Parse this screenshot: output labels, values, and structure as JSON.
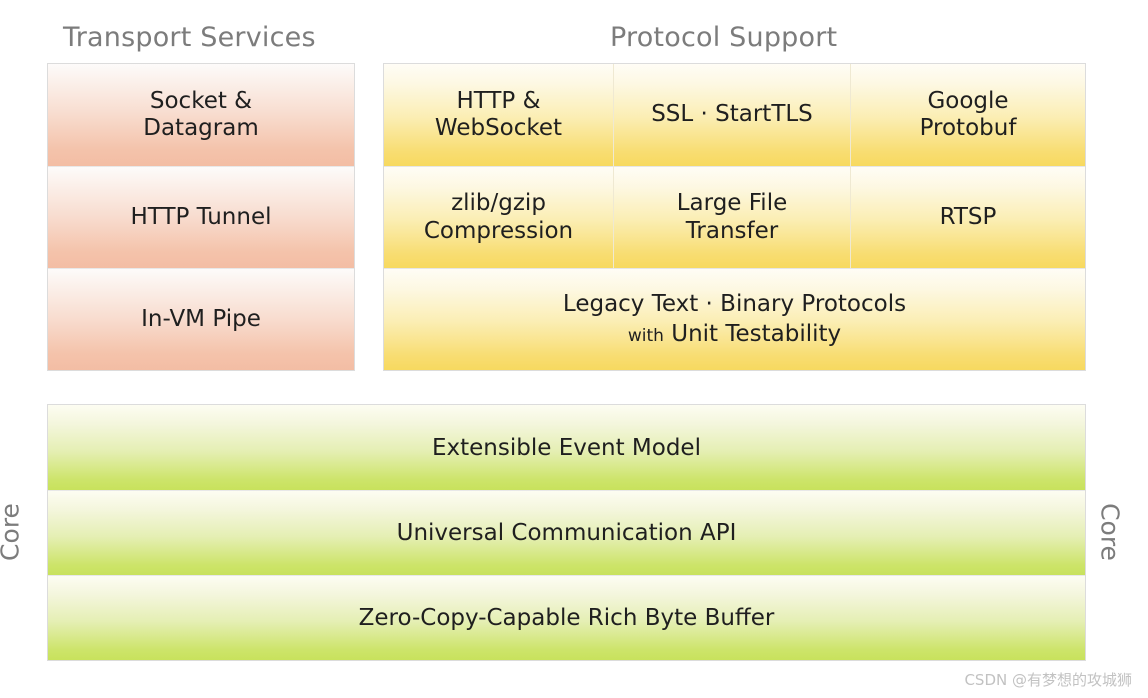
{
  "sections": {
    "transport": {
      "title": "Transport Services",
      "cells": [
        {
          "line1": "Socket &",
          "line2": "Datagram"
        },
        {
          "line1": "HTTP Tunnel",
          "line2": ""
        },
        {
          "line1": "In-VM Pipe",
          "line2": ""
        }
      ]
    },
    "protocol": {
      "title": "Protocol Support",
      "cells": [
        {
          "line1": "HTTP &",
          "line2": "WebSocket"
        },
        {
          "line1": "SSL · StartTLS",
          "line2": ""
        },
        {
          "line1": "Google",
          "line2": "Protobuf"
        },
        {
          "line1": "zlib/gzip",
          "line2": "Compression"
        },
        {
          "line1": "Large File",
          "line2": "Transfer"
        },
        {
          "line1": "RTSP",
          "line2": ""
        }
      ],
      "legacy": {
        "line1": "Legacy Text · Binary Protocols",
        "line2_small": "with",
        "line2_main": "Unit Testability"
      }
    },
    "core": {
      "label_left": "Core",
      "label_right": "Core",
      "rows": [
        {
          "label": "Extensible Event Model"
        },
        {
          "label": "Universal Communication API"
        },
        {
          "label": "Zero-Copy-Capable Rich Byte Buffer"
        }
      ]
    }
  },
  "watermark": "CSDN @有梦想的攻城狮",
  "colors": {
    "title_gray": "#7c7c7c",
    "orange_top": "#fdfbfa",
    "orange_bottom": "#f3bda4",
    "yellow_top": "#fffdf6",
    "yellow_bottom": "#f7d95f",
    "green_top": "#fdfdf2",
    "green_bottom": "#c8e25c",
    "text": "#1f1f1f",
    "border": "#dcdcdc",
    "watermark": "#c2c2c2"
  }
}
